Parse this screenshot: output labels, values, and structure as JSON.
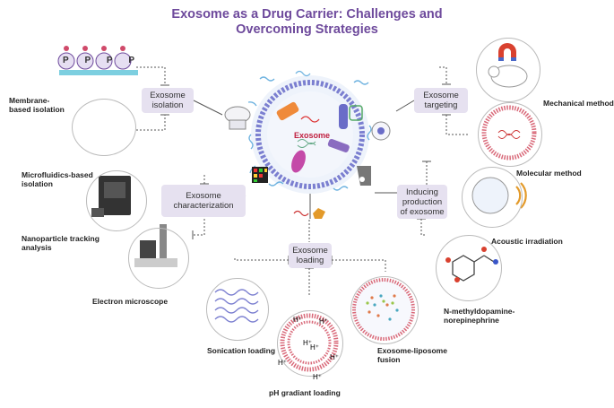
{
  "title_line1": "Exosome as a Drug Carrier: Challenges and",
  "title_line2": "Overcoming Strategies",
  "center_label": "Exosome",
  "boxes": {
    "isolation": [
      "Exosome",
      "isolation"
    ],
    "characterization": [
      "Exosome",
      "characterization"
    ],
    "loading": [
      "Exosome",
      "loading"
    ],
    "targeting": [
      "Exosome",
      "targeting"
    ],
    "inducing": [
      "Inducing",
      "production",
      "of exosome"
    ]
  },
  "labels": {
    "membrane": [
      "Membrane-",
      "based isolation"
    ],
    "microfluidics": [
      "Microfluidics-based",
      "isolation"
    ],
    "nta": [
      "Nanoparticle tracking",
      "analysis"
    ],
    "em": "Electron microscope",
    "sonication": "Sonication loading",
    "ph": "pH gradiant loading",
    "liposome": [
      "Exosome-liposome",
      "fusion"
    ],
    "mechanical": "Mechanical method",
    "molecular": "Molecular method",
    "acoustic": "Acoustic irradiation",
    "nmn": [
      "N-methyldopamine-",
      "norepinephrine"
    ]
  },
  "protein_letter": "P",
  "h_ion": "H⁺",
  "colors": {
    "title": "#6e4a9c",
    "box": "#e6e1f0",
    "membrane": "#7b7fd0",
    "lipid": "#d96a7a"
  }
}
